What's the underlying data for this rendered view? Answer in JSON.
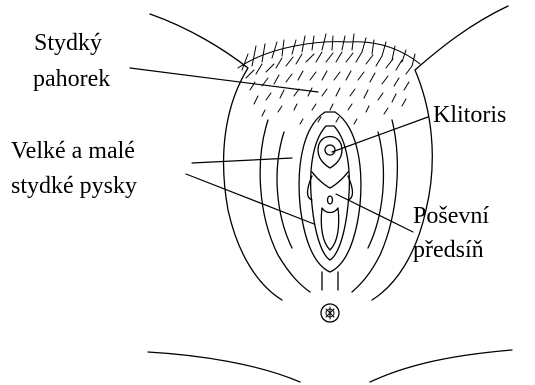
{
  "labels": {
    "mons_line1": "Stydký",
    "mons_line2": "pahorek",
    "labia_line1": "Velké a malé",
    "labia_line2": "stydké pysky",
    "clitoris": "Klitoris",
    "vestibule_line1": "Poševní",
    "vestibule_line2": "předsíň"
  },
  "colors": {
    "ink": "#000000",
    "paper": "#ffffff"
  }
}
